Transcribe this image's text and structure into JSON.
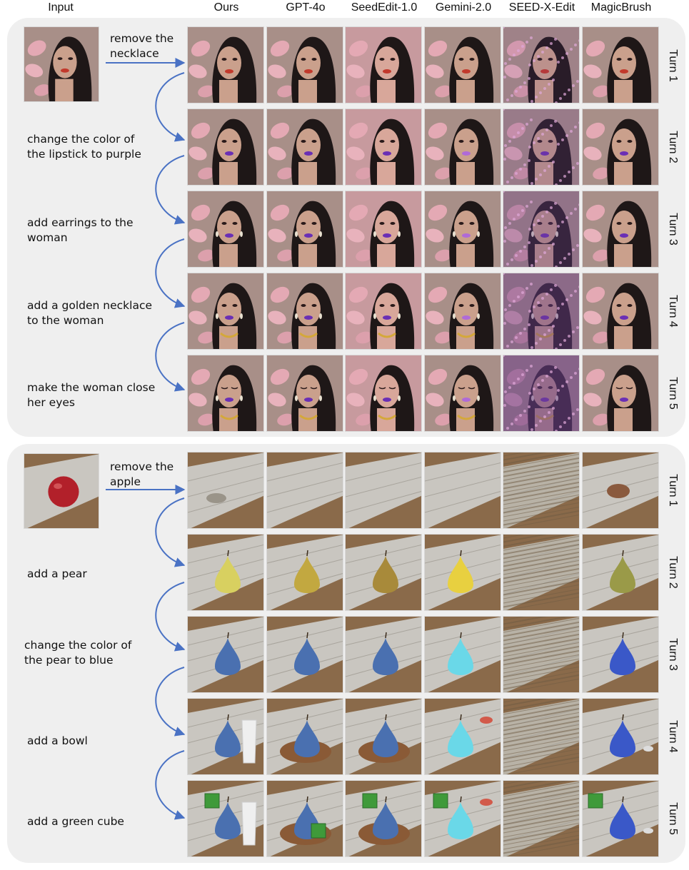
{
  "headers": [
    "Input",
    "Ours",
    "GPT-4o",
    "SeedEdit-1.0",
    "Gemini-2.0",
    "SEED-X-Edit",
    "MagicBrush"
  ],
  "turn_labels": [
    "Turn 1",
    "Turn 2",
    "Turn 3",
    "Turn 4",
    "Turn 5"
  ],
  "colors": {
    "panel": "#efefef",
    "arrow": "#4a72c4"
  },
  "examples": [
    {
      "subject": "woman",
      "instructions": [
        "remove the\nnecklace",
        "change the color of\nthe lipstick to purple",
        "add earrings to the\nwoman",
        "add a golden necklace\nto the woman",
        "make the woman close\nher eyes"
      ]
    },
    {
      "subject": "apple",
      "instructions": [
        "remove the\napple",
        "add a pear",
        "change the color of\nthe pear to blue",
        "add a bowl",
        "add a green cube"
      ]
    }
  ]
}
